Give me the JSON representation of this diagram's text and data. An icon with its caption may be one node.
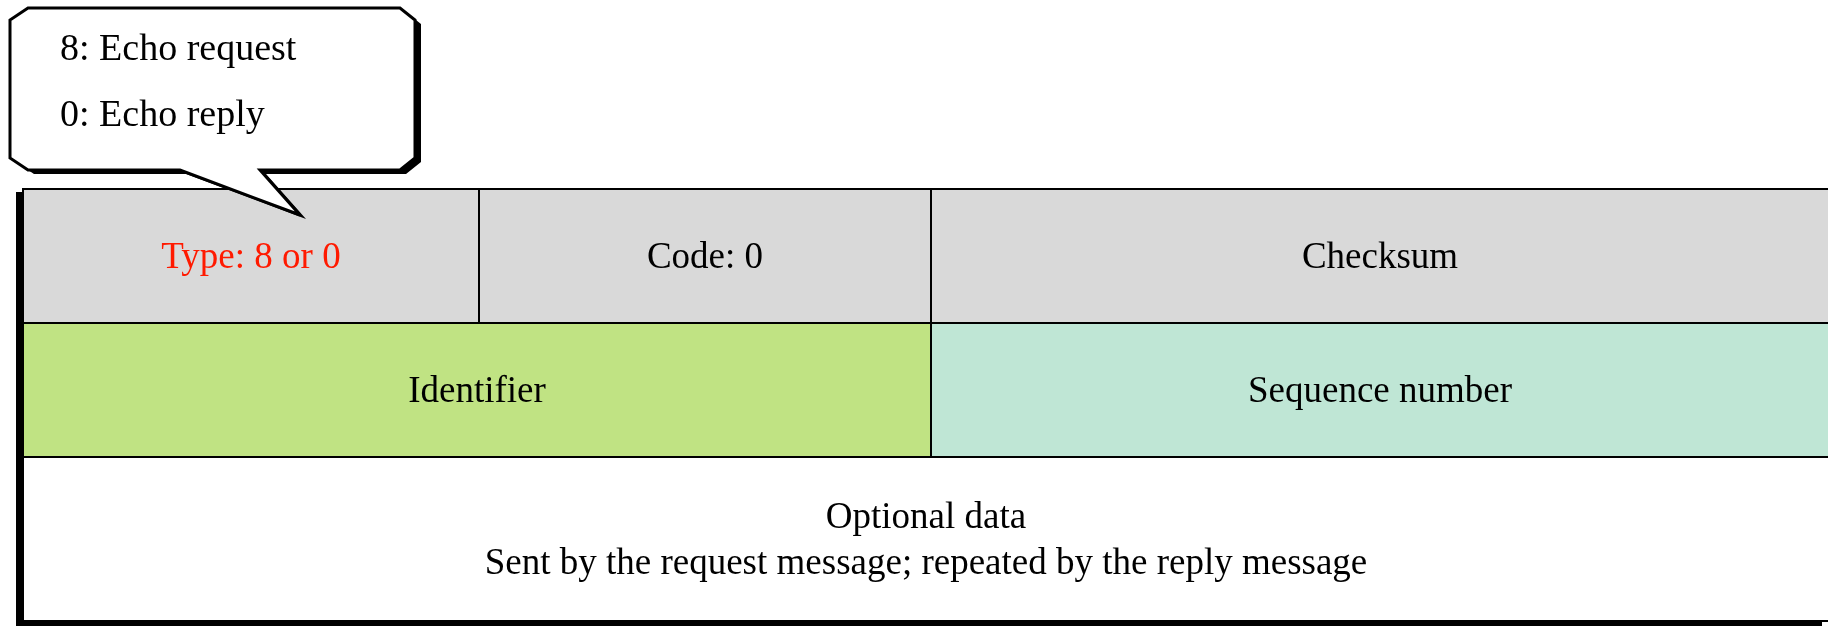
{
  "diagram": {
    "nodes": [
      {
        "text": [
          "8: Echo request",
          "0: Echo reply"
        ]
      },
      {
        "text": [
          "Type: 8 or 0"
        ]
      },
      {
        "text": [
          "Code: 0"
        ]
      },
      {
        "text": [
          "Checksum"
        ]
      },
      {
        "text": [
          "Identifier"
        ]
      },
      {
        "text": [
          "Sequence number"
        ]
      },
      {
        "text": [
          "Optional data",
          "Sent by the request message; repeated by the reply message"
        ]
      }
    ]
  }
}
